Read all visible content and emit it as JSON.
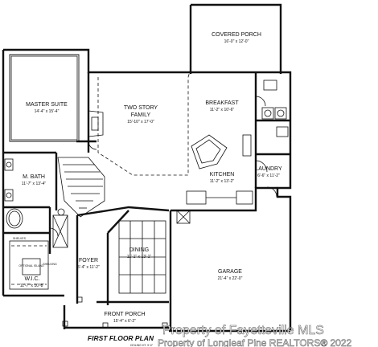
{
  "plan_title": "FIRST FLOOR PLAN",
  "plan_subtitle": "CEILING HT. 9'-0\"",
  "rooms": {
    "covered_porch": {
      "name": "COVERED PORCH",
      "dims": "16'-0\" x 12'-0\""
    },
    "master_suite": {
      "name": "MASTER SUITE",
      "dims": "14'-4\" x 15'-4\""
    },
    "two_story_family": {
      "name_line1": "TWO STORY",
      "name_line2": "FAMILY",
      "dims": "15'-10\" x 17'-0\""
    },
    "breakfast": {
      "name": "BREAKFAST",
      "dims": "11'-2\" x 10'-6\""
    },
    "laundry": {
      "name": "LAUNDRY",
      "dims": "6'-6\" x 11'-2\""
    },
    "kitchen": {
      "name": "KITCHEN",
      "dims": "11'-2\" x 13'-2\""
    },
    "master_bath": {
      "name": "M. BATH",
      "dims": "11'-7\" x 13'-4\""
    },
    "foyer": {
      "name": "FOYER",
      "dims": "5'-4\" x 11'-2\""
    },
    "dining": {
      "name": "DINING",
      "dims": "11'-1\" x 13'-1\""
    },
    "garage": {
      "name": "GARAGE",
      "dims": "21'-4\" x 22'-0\""
    },
    "wic": {
      "name": "W.I.C.",
      "dims": "11'-7\" x 10'-8\""
    },
    "front_porch": {
      "name": "FRONT PORCH",
      "dims": "15'-4\" x 6'-2\""
    }
  },
  "small_labels": {
    "shelves": "SHELVES",
    "optional_island": "OPTIONAL ISLAND",
    "shelving": "SHELVING"
  },
  "watermark": {
    "line1": "Property of Fayetteville MLS",
    "line2": "Property of Longleaf Pine REALTORS® 2022"
  }
}
